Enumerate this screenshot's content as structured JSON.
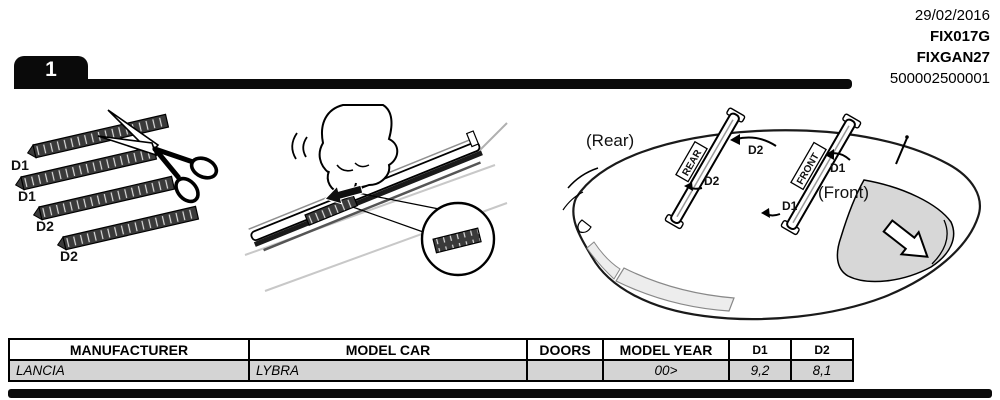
{
  "header": {
    "date": "29/02/2016",
    "product_code": "FIX017G",
    "kit_code": "FIXGAN27",
    "serial_number": "500002500001"
  },
  "step": {
    "number": "1"
  },
  "figure": {
    "strip_labels": [
      "D1",
      "D1",
      "D2",
      "D2"
    ],
    "roof_view": {
      "rear_caption": "(Rear)",
      "front_caption": "(Front)",
      "rear_bar_tag": "REAR",
      "front_bar_tag": "FRONT",
      "d1": "D1",
      "d2": "D2"
    }
  },
  "table": {
    "headers": {
      "manufacturer": "MANUFACTURER",
      "model_car": "MODEL CAR",
      "doors": "DOORS",
      "model_year": "MODEL YEAR",
      "d1": "D1",
      "d2": "D2"
    },
    "rows": [
      {
        "manufacturer": "LANCIA",
        "model_car": "LYBRA",
        "doors": "",
        "model_year": "00>",
        "d1": "9,2",
        "d2": "8,1"
      }
    ]
  },
  "colors": {
    "bar_black": "#0a0a0a",
    "row_shade": "#d4d4d4",
    "glass_gray": "#d7d7d7"
  }
}
